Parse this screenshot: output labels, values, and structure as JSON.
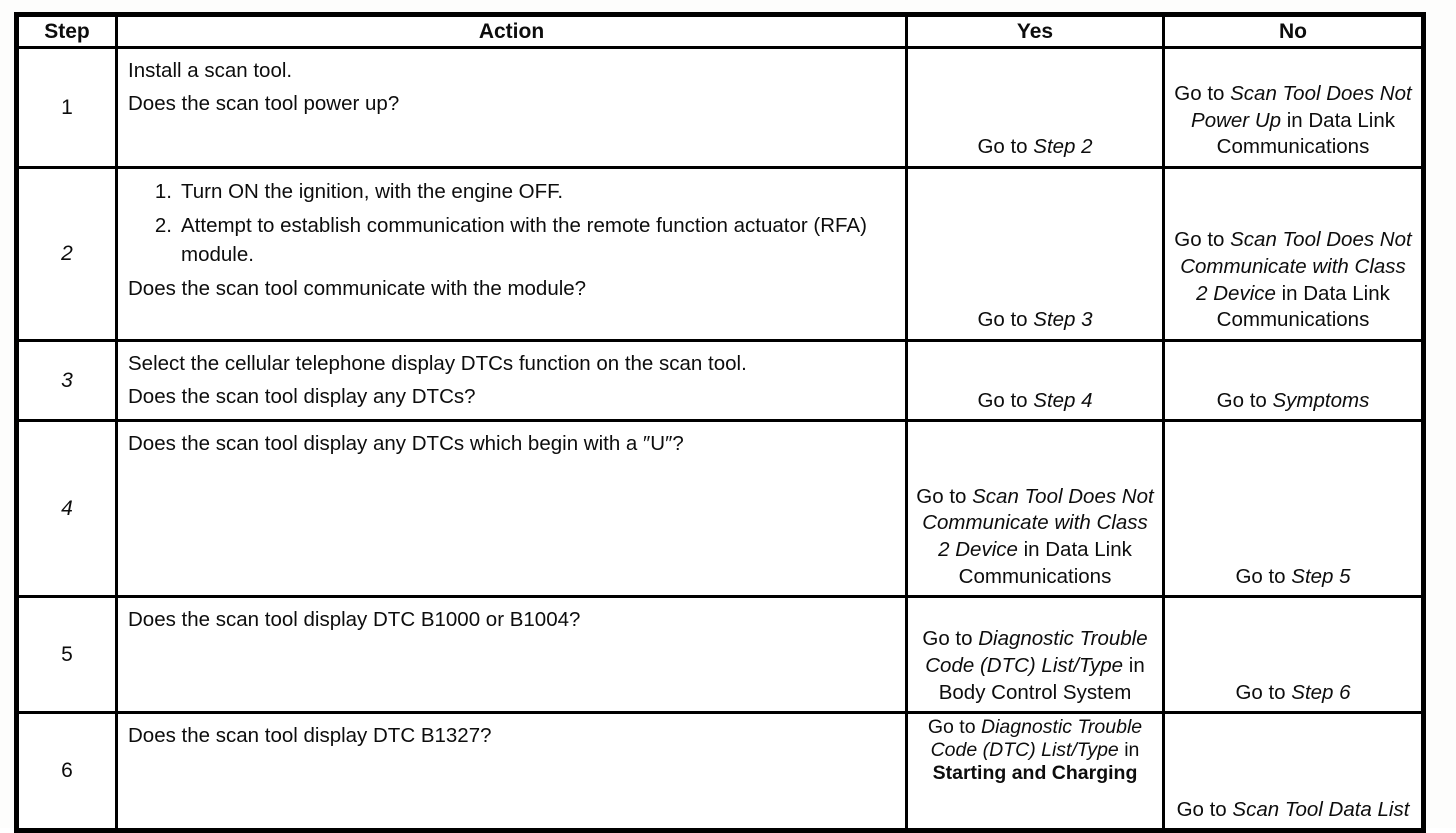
{
  "table": {
    "headers": {
      "step": "Step",
      "action": "Action",
      "yes": "Yes",
      "no": "No"
    },
    "rows": [
      {
        "step": [
          {
            "t": "1"
          }
        ],
        "action": [
          {
            "t": "Install a scan tool."
          },
          {
            "t": "Does the scan tool power up?"
          }
        ],
        "yes": [
          {
            "t": "Go to "
          },
          {
            "t": "Step 2",
            "i": true
          }
        ],
        "no": [
          {
            "t": "Go to "
          },
          {
            "t": "Scan Tool Does Not Power Up",
            "i": true
          },
          {
            "t": " in Data Link Communications"
          }
        ]
      },
      {
        "step": [
          {
            "t": "2",
            "i": true
          }
        ],
        "action": [
          {
            "n": "1.",
            "t": "Turn ON the ignition, with the engine OFF."
          },
          {
            "n": "2.",
            "t": "Attempt to establish communication with the remote function actuator (RFA) module."
          },
          {
            "t": "Does the scan tool communicate with the module?"
          }
        ],
        "yes": [
          {
            "t": "Go to "
          },
          {
            "t": "Step 3",
            "i": true
          }
        ],
        "no": [
          {
            "t": "Go to "
          },
          {
            "t": "Scan Tool Does Not Communicate with Class 2 Device",
            "i": true
          },
          {
            "t": " in Data Link Communications"
          }
        ]
      },
      {
        "step": [
          {
            "t": "3",
            "i": true
          }
        ],
        "action": [
          {
            "t": "Select the cellular telephone display DTCs function on the scan tool."
          },
          {
            "t": "Does the scan tool display any DTCs?"
          }
        ],
        "yes": [
          {
            "t": "Go to "
          },
          {
            "t": "Step 4",
            "i": true
          }
        ],
        "no": [
          {
            "t": "Go to "
          },
          {
            "t": "Symptoms",
            "i": true
          }
        ]
      },
      {
        "step": [
          {
            "t": "4",
            "i": true
          }
        ],
        "action": [
          {
            "t": "Does the scan tool display any DTCs which begin with a ″U″?"
          }
        ],
        "yes": [
          {
            "t": "Go to "
          },
          {
            "t": "Scan Tool Does Not Communicate with Class 2 Device",
            "i": true
          },
          {
            "t": " in Data Link Communications"
          }
        ],
        "no": [
          {
            "t": "Go to "
          },
          {
            "t": "Step 5",
            "i": true
          }
        ]
      },
      {
        "step": [
          {
            "t": "5"
          }
        ],
        "action": [
          {
            "t": "Does the scan tool display DTC B1000 or B1004?"
          }
        ],
        "yes": [
          {
            "t": "Go to "
          },
          {
            "t": "Diagnostic Trouble Code (DTC) List/Type",
            "i": true
          },
          {
            "t": " in Body Control System"
          }
        ],
        "no": [
          {
            "t": "Go to "
          },
          {
            "t": "Step 6",
            "i": true
          }
        ]
      },
      {
        "step": [
          {
            "t": "6"
          }
        ],
        "action": [
          {
            "t": "Does the scan tool display DTC B1327?"
          }
        ],
        "yes": [
          {
            "t": "Go to "
          },
          {
            "t": "Diagnostic Trouble Code (DTC) List/Type",
            "i": true
          },
          {
            "t": " in "
          },
          {
            "t": "Starting and Charging",
            "b": true
          }
        ],
        "no": [
          {
            "t": "Go to "
          },
          {
            "t": "Scan Tool Data List",
            "i": true
          }
        ]
      }
    ]
  }
}
